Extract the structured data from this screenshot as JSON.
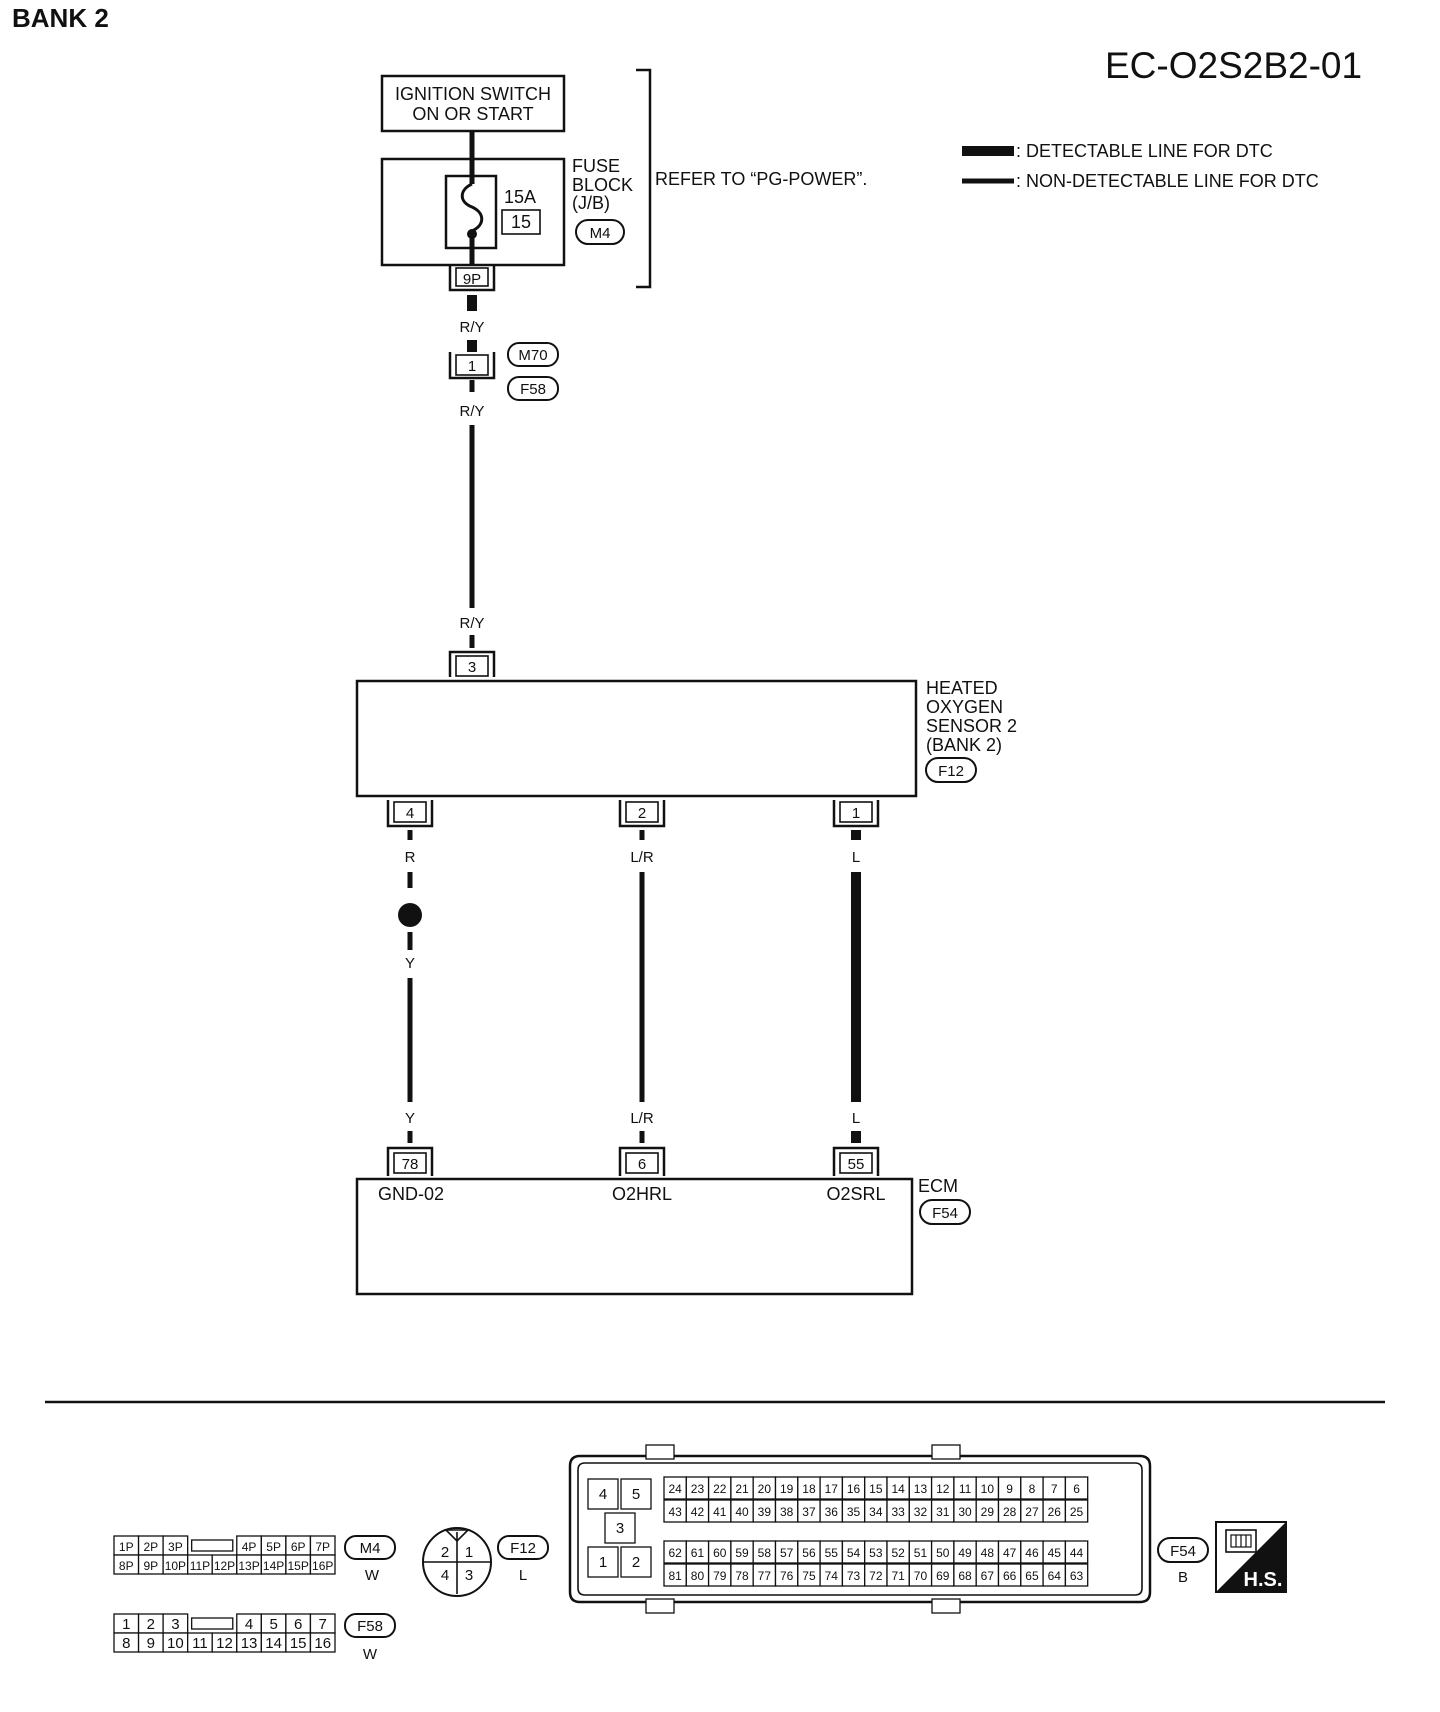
{
  "header": {
    "bank": "BANK 2",
    "diagram_code": "EC-O2S2B2-01"
  },
  "legend": {
    "detectable": ": DETECTABLE LINE FOR DTC",
    "non_detectable": ": NON-DETECTABLE LINE FOR DTC"
  },
  "ignition": {
    "line1": "IGNITION SWITCH",
    "line2": "ON OR START"
  },
  "fuse_block": {
    "line1": "FUSE",
    "line2": "BLOCK",
    "line3": "(J/B)",
    "connector": "M4",
    "amps": "15A",
    "fuse_no": "15",
    "terminal": "9P",
    "refer": "REFER TO “PG-POWER”."
  },
  "joint": {
    "pin": "1",
    "connector_top": "M70",
    "connector_bottom": "F58"
  },
  "wires": {
    "ry": "R/Y",
    "r": "R",
    "y": "Y",
    "lr": "L/R",
    "l": "L"
  },
  "sensor": {
    "line1": "HEATED",
    "line2": "OXYGEN",
    "line3": "SENSOR 2",
    "line4": "(BANK 2)",
    "connector": "F12",
    "pin_top": "3",
    "pin_a": "4",
    "pin_b": "2",
    "pin_c": "1"
  },
  "ecm": {
    "label": "ECM",
    "connector": "F54",
    "pin_a": "78",
    "pin_b": "6",
    "pin_c": "55",
    "sig_a": "GND-02",
    "sig_b": "O2HRL",
    "sig_c": "O2SRL"
  },
  "connectors": {
    "m4": {
      "id": "M4",
      "color": "W",
      "row1": [
        "1P",
        "2P",
        "3P",
        "",
        "4P",
        "5P",
        "6P",
        "7P"
      ],
      "row2": [
        "8P",
        "9P",
        "10P",
        "11P",
        "12P",
        "13P",
        "14P",
        "15P",
        "16P"
      ]
    },
    "f58": {
      "id": "F58",
      "color": "W",
      "row1": [
        "1",
        "2",
        "3",
        "",
        "4",
        "5",
        "6",
        "7"
      ],
      "row2": [
        "8",
        "9",
        "10",
        "11",
        "12",
        "13",
        "14",
        "15",
        "16"
      ]
    },
    "f12": {
      "id": "F12",
      "color": "L",
      "pins": [
        "2",
        "1",
        "4",
        "3"
      ]
    },
    "f54": {
      "id": "F54",
      "color": "B",
      "block_a": [
        "4",
        "5",
        "3",
        "1",
        "2"
      ],
      "row1": [
        "24",
        "23",
        "22",
        "21",
        "20",
        "19",
        "18",
        "17",
        "16",
        "15",
        "14",
        "13",
        "12",
        "11",
        "10",
        "9",
        "8",
        "7",
        "6"
      ],
      "row2": [
        "43",
        "42",
        "41",
        "40",
        "39",
        "38",
        "37",
        "36",
        "35",
        "34",
        "33",
        "32",
        "31",
        "30",
        "29",
        "28",
        "27",
        "26",
        "25"
      ],
      "row3": [
        "62",
        "61",
        "60",
        "59",
        "58",
        "57",
        "56",
        "55",
        "54",
        "53",
        "52",
        "51",
        "50",
        "49",
        "48",
        "47",
        "46",
        "45",
        "44"
      ],
      "row4": [
        "81",
        "80",
        "79",
        "78",
        "77",
        "76",
        "75",
        "74",
        "73",
        "72",
        "71",
        "70",
        "69",
        "68",
        "67",
        "66",
        "65",
        "64",
        "63"
      ]
    },
    "hs": "H.S."
  }
}
